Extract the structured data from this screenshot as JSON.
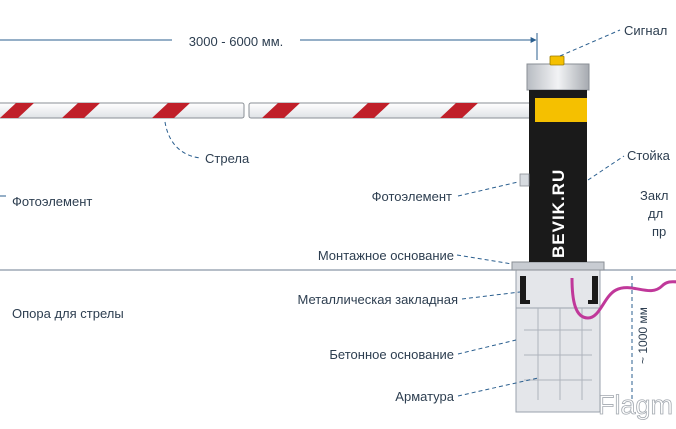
{
  "labels": {
    "dimension": "3000 - 6000 мм.",
    "signal": "Сигнал",
    "boom": "Стрела",
    "photocell_left": "Фотоэлемент",
    "photocell_right": "Фотоэлемент",
    "post": "Стойка",
    "embed_line1": "Закл",
    "embed_line2": "дл",
    "embed_line3": "пр",
    "mounting_base": "Монтажное основание",
    "boom_support": "Опора для стрелы",
    "metal_embed": "Металлическая закладная",
    "concrete_base": "Бетонное основание",
    "rebar": "Арматура",
    "depth": "~ 1000 мм",
    "brand": "BEVIK.RU",
    "watermark": "Flagm"
  },
  "colors": {
    "line": "#2b5f8f",
    "text": "#2d3e50",
    "post": "#1a1a1a",
    "lamp": "#f5c000",
    "stripe": "#c0202a",
    "cable": "#c0389a",
    "concrete": "#e4e6ea"
  }
}
